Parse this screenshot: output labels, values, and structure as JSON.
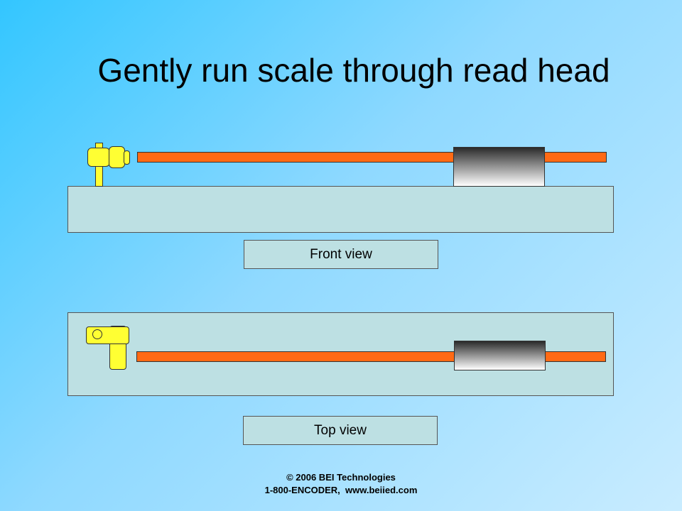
{
  "slide": {
    "title": "Gently run scale through read head"
  },
  "front_view": {
    "caption": "Front view"
  },
  "top_view": {
    "caption": "Top view"
  },
  "footer": {
    "copyright": "© 2006 BEI Technologies",
    "contact": "1-800-ENCODER,  www.beiied.com"
  },
  "colors": {
    "scale": "#ff6a14",
    "mount": "#bde0e3",
    "clamp": "#ffff33"
  }
}
